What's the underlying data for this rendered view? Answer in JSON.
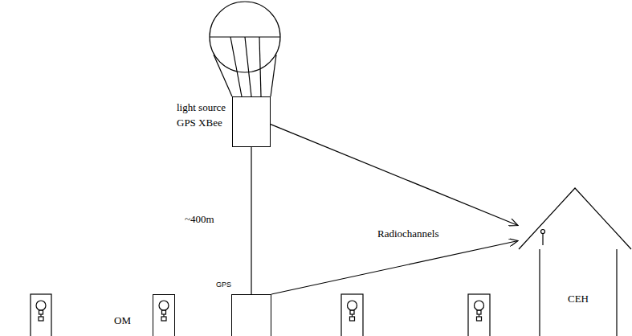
{
  "diagram": {
    "nodes": [
      {
        "text": [
          "light source GPS XBee"
        ]
      },
      {
        "text": [
          "GPS"
        ]
      },
      {
        "text": [
          "OM"
        ]
      },
      {
        "text": [
          "CEH"
        ]
      }
    ],
    "edges": [
      {
        "from": 0,
        "to": 1,
        "arrow": "none",
        "label": "~400m"
      },
      {
        "from": 0,
        "to": 3,
        "arrow": "to"
      },
      {
        "from": 1,
        "to": 3,
        "arrow": "to"
      }
    ],
    "labels": [
      "Radiochannels"
    ]
  }
}
